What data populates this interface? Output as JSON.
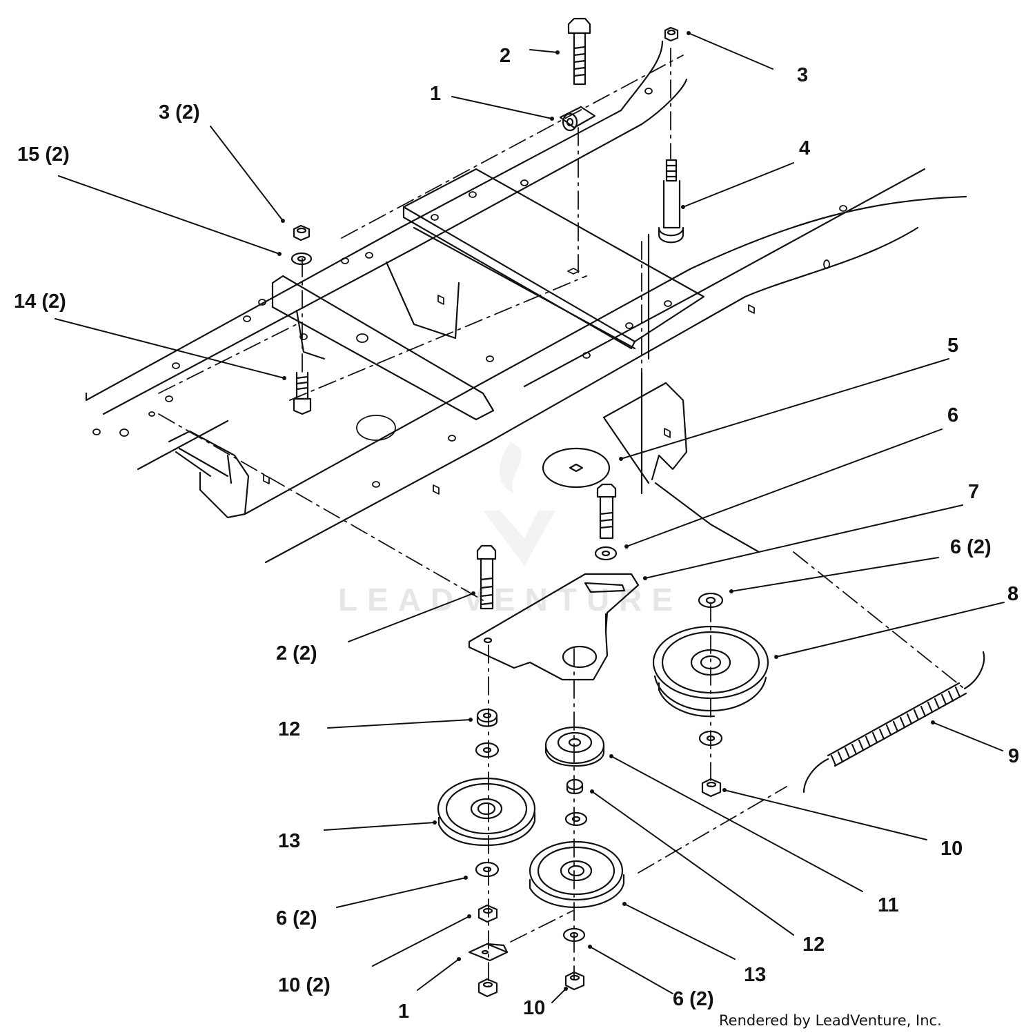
{
  "watermark": {
    "text": "LEADVENTURE"
  },
  "credit": "Rendered by LeadVenture, Inc.",
  "callouts": [
    {
      "id": "c-2-top",
      "text": "2"
    },
    {
      "id": "c-1-top",
      "text": "1"
    },
    {
      "id": "c-3-top",
      "text": "3"
    },
    {
      "id": "c-3x2",
      "text": "3 (2)"
    },
    {
      "id": "c-15x2",
      "text": "15 (2)"
    },
    {
      "id": "c-4",
      "text": "4"
    },
    {
      "id": "c-14x2",
      "text": "14 (2)"
    },
    {
      "id": "c-5",
      "text": "5"
    },
    {
      "id": "c-6",
      "text": "6"
    },
    {
      "id": "c-7",
      "text": "7"
    },
    {
      "id": "c-6x2-a",
      "text": "6 (2)"
    },
    {
      "id": "c-8",
      "text": "8"
    },
    {
      "id": "c-2x2",
      "text": "2 (2)"
    },
    {
      "id": "c-9",
      "text": "9"
    },
    {
      "id": "c-12-left",
      "text": "12"
    },
    {
      "id": "c-10",
      "text": "10"
    },
    {
      "id": "c-13-left",
      "text": "13"
    },
    {
      "id": "c-11",
      "text": "11"
    },
    {
      "id": "c-6x2-b",
      "text": "6 (2)"
    },
    {
      "id": "c-12-right",
      "text": "12"
    },
    {
      "id": "c-13-right",
      "text": "13"
    },
    {
      "id": "c-10x2",
      "text": "10 (2)"
    },
    {
      "id": "c-1-bottom",
      "text": "1"
    },
    {
      "id": "c-10-bottom",
      "text": "10"
    },
    {
      "id": "c-6x2-c",
      "text": "6 (2)"
    }
  ]
}
